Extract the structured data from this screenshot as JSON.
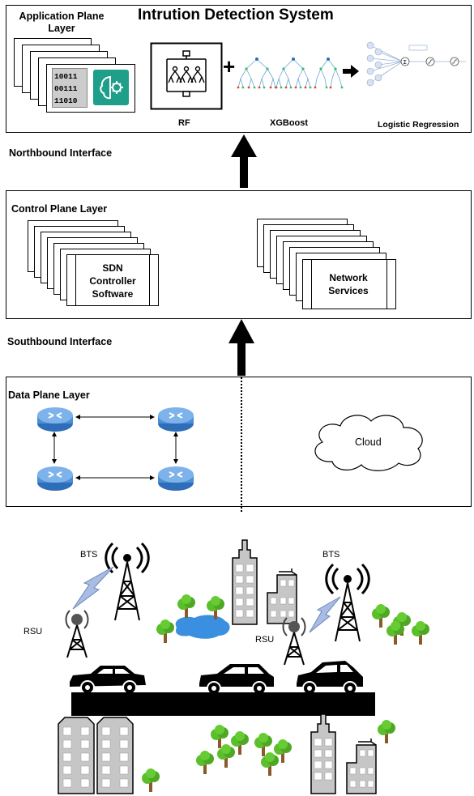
{
  "app_plane": {
    "label": "Application Plane Layer",
    "title": "Intrution Detection System",
    "binary": [
      "10011",
      "00111",
      "11010"
    ],
    "models": {
      "rf": "RF",
      "xgb": "XGBoost",
      "lr": "Logistic Regression"
    },
    "plus": "+"
  },
  "northbound": {
    "label": "Northbound Interface"
  },
  "control_plane": {
    "label": "Control Plane Layer",
    "sdn_label": "SDN Controller Software",
    "network_label": "Network Services"
  },
  "southbound": {
    "label": "Southbound Interface"
  },
  "data_plane": {
    "label": "Data Plane Layer",
    "cloud_label": "Cloud"
  },
  "scene": {
    "bts_labels": [
      "BTS",
      "BTS"
    ],
    "rsu_labels": [
      "RSU",
      "RSU"
    ]
  },
  "colors": {
    "router": "#4a8fd6",
    "tree": "#5bbf2c",
    "tower_shadow": "#bbbbbb",
    "lightning": "#7b96c9",
    "pond": "#3b8fe0",
    "ai_badge": "#1f9e8a"
  }
}
